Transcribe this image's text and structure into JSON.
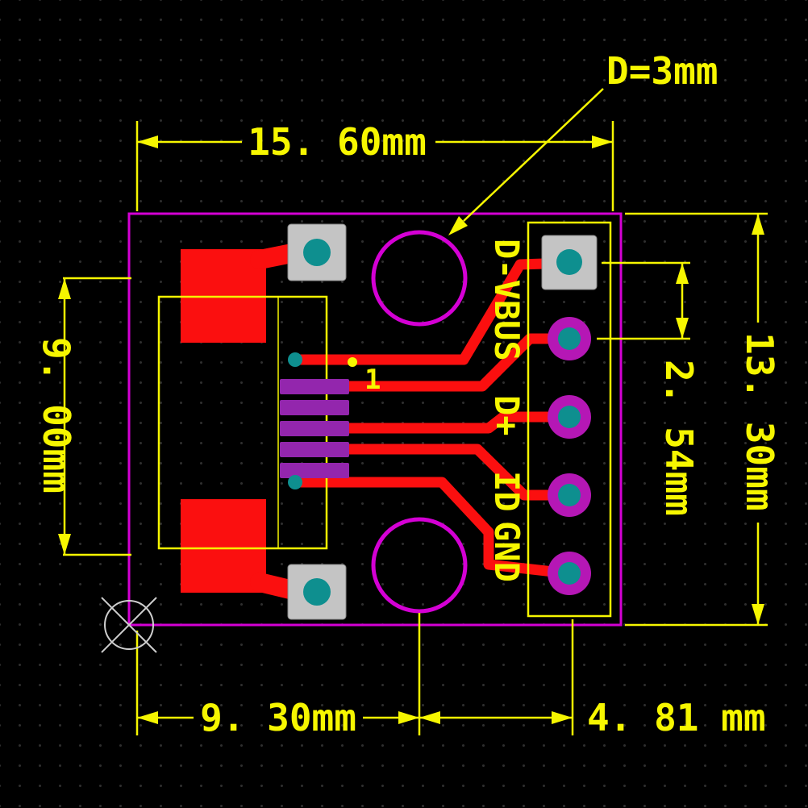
{
  "colors": {
    "background": "#000000",
    "grid": "#2e2e2e",
    "dim": "#f6f600",
    "outline": "#d400d4",
    "copper": "#fb0f0f",
    "pad": "#c4c4c4",
    "hole": "#0e8f8f",
    "ring": "#b517b5",
    "pin": "#9326ad",
    "origin": "#cfcfcf"
  },
  "labels": {
    "drill_note": "D=3mm",
    "dim_top": "15. 60mm",
    "dim_left": "9. 00mm",
    "dim_right": "13. 30mm",
    "dim_pitch": "2. 54mm",
    "dim_bottom_left": "9. 30mm",
    "dim_bottom_right": "4. 81 mm",
    "pin1_marker": "1"
  },
  "net_labels": [
    "D-VBUS",
    "D+",
    "ID",
    "GND"
  ]
}
